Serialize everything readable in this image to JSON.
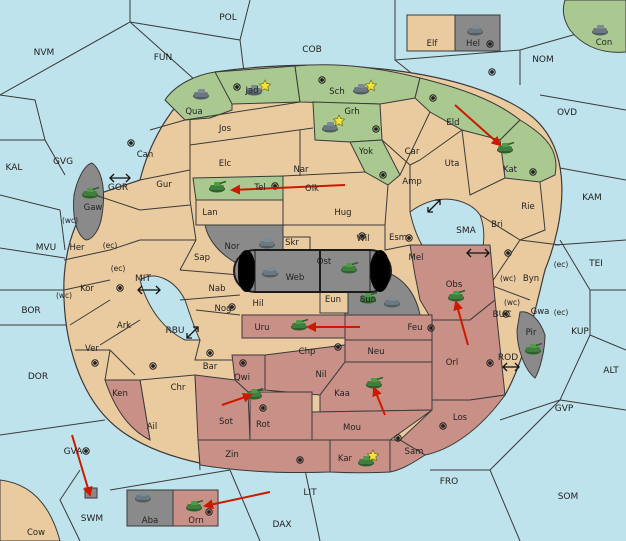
{
  "colors": {
    "sea": "#bfe3ec",
    "land": "#eacba0",
    "green": "#a9c990",
    "red": "#c99088",
    "gray": "#8a8a8a",
    "order": "#cc1a00",
    "army": "#3f7e3c",
    "outline": "#3a3a3a"
  },
  "sea_labels": {
    "POL": "POL",
    "NVM": "NVM",
    "FUN": "FUN",
    "COB": "COB",
    "NOM": "NOM",
    "OVD": "OVD",
    "KAL": "KAL",
    "GVG": "GVG",
    "KAM": "KAM",
    "SMA": "SMA",
    "TEI": "TEI",
    "MVU": "MVU",
    "MIT": "MIT",
    "BOR": "BOR",
    "KUP": "KUP",
    "RBU": "RBU",
    "BUC": "BUC",
    "ALT": "ALT",
    "DOR": "DOR",
    "ROD": "ROD",
    "GVP": "GVP",
    "GVA": "GVA",
    "FRO": "FRO",
    "SOM": "SOM",
    "LIT": "LIT",
    "SWM": "SWM",
    "DAX": "DAX"
  },
  "land_labels": {
    "Elf": "Elf",
    "Hel": "Hel",
    "Con": "Con",
    "Jad": "Jad",
    "Sch": "Sch",
    "Qua": "Qua",
    "Jos": "Jos",
    "Grh": "Grh",
    "Eld": "Eld",
    "Can": "Can",
    "Yok": "Yok",
    "Car": "Car",
    "Uta": "Uta",
    "Kat": "Kat",
    "Elc": "Elc",
    "Nar": "Nar",
    "Gaw": "Gaw",
    "GOR": "GOR",
    "Tel": "Tel",
    "Olk": "Olk",
    "Amp": "Amp",
    "Gur": "Gur",
    "Lan": "Lan",
    "Hug": "Hug",
    "Rie": "Rie",
    "Bri": "Bri",
    "Wil": "Wil",
    "Esm": "Esm",
    "Nor": "Nor",
    "Skr": "Skr",
    "Ost": "Ost",
    "Her": "Her",
    "Sap": "Sap",
    "Web": "Web",
    "Mel": "Mel",
    "Byn": "Byn",
    "Kor": "Kor",
    "Nab": "Nab",
    "Sun": "Sun",
    "Eun": "Eun",
    "Obs": "Obs",
    "Gwa": "Gwa",
    "Hil": "Hil",
    "Nog": "Nog",
    "Ark": "Ark",
    "Uru": "Uru",
    "Feu": "Feu",
    "Pir": "Pir",
    "Ver": "Ver",
    "Chp": "Chp",
    "Neu": "Neu",
    "Orl": "Orl",
    "Bar": "Bar",
    "Qwi": "Qwi",
    "Nil": "Nil",
    "Ken": "Ken",
    "Chr": "Chr",
    "Kaa": "Kaa",
    "Sot": "Sot",
    "Rot": "Rot",
    "Ail": "Ail",
    "Mou": "Mou",
    "Los": "Los",
    "Zin": "Zin",
    "Sam": "Sam",
    "Kar": "Kar",
    "Aba": "Aba",
    "Orn": "Orn",
    "Cow": "Cow"
  },
  "coast_labels": [
    "(wc)",
    "(ec)",
    "(ec)",
    "(wc)",
    "(wc)",
    "(ec)",
    "(wc)",
    "(ec)"
  ]
}
